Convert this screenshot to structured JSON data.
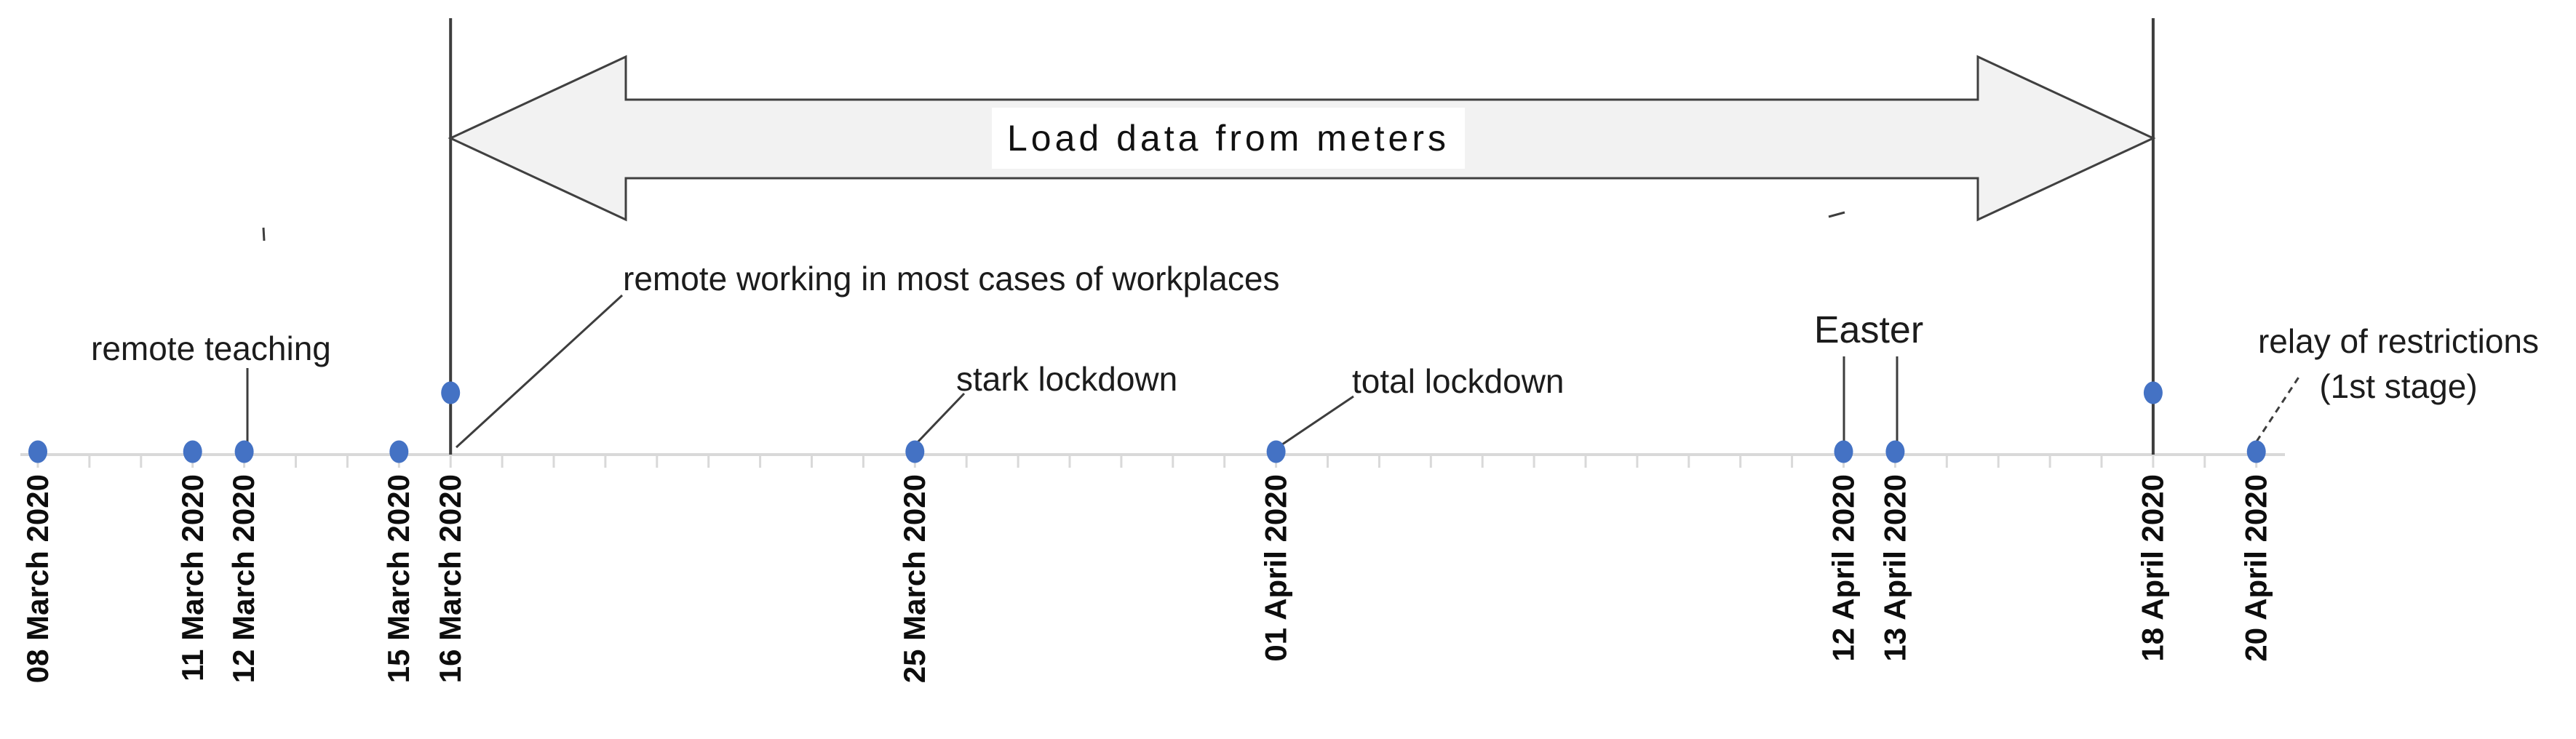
{
  "arrow": {
    "label": "Load data from meters",
    "spans_from": "16 March 2020",
    "spans_to": "18 April 2020"
  },
  "timeline": {
    "axis_start": "08 March 2020",
    "axis_end": "20 April 2020",
    "events": [
      {
        "date": "08 March 2020",
        "day": 0
      },
      {
        "date": "11 March 2020",
        "day": 3
      },
      {
        "date": "12 March 2020",
        "day": 4,
        "annotation": "remote teaching"
      },
      {
        "date": "15 March 2020",
        "day": 7
      },
      {
        "date": "16 March 2020",
        "day": 8,
        "elevated": true,
        "marker_line": true,
        "annotation": "remote working in most cases of workplaces"
      },
      {
        "date": "25 March 2020",
        "day": 17,
        "annotation": "stark lockdown"
      },
      {
        "date": "01 April 2020",
        "day": 24,
        "annotation": "total lockdown"
      },
      {
        "date": "12 April 2020",
        "day": 35,
        "annotation": "Easter"
      },
      {
        "date": "13 April 2020",
        "day": 36,
        "annotation": "Easter"
      },
      {
        "date": "18 April 2020",
        "day": 41,
        "elevated": true,
        "marker_line": true
      },
      {
        "date": "20 April 2020",
        "day": 43,
        "annotation": "relay of restrictions (1st stage)",
        "annotation_lines": [
          "relay of restrictions",
          "(1st stage)"
        ]
      }
    ]
  },
  "colors": {
    "dot": "#4472c4",
    "axis": "#d9d9d9",
    "dark": "#3d3d3d",
    "arrowFill": "#f2f2f2",
    "arrowStroke": "#404040"
  }
}
